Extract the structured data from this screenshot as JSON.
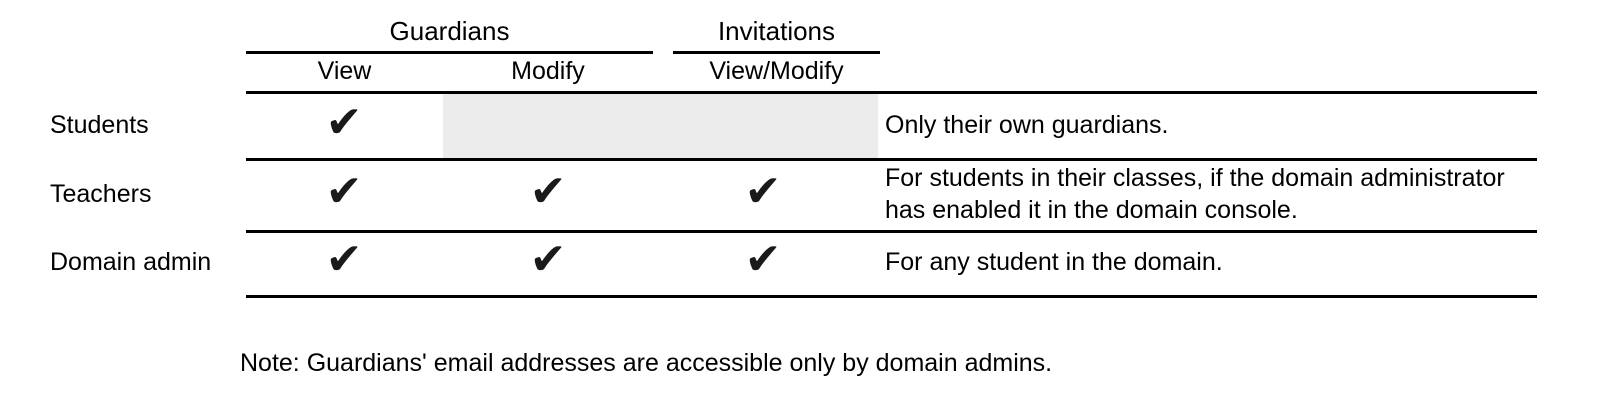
{
  "colors": {
    "text": "#000000",
    "rule": "#000000",
    "check": "#1a1a1a",
    "disabled_cell_bg": "#ececec",
    "background": "#ffffff"
  },
  "glyphs": {
    "check": "✔"
  },
  "table": {
    "groups": [
      {
        "label": "Guardians",
        "columns": [
          {
            "label": "View"
          },
          {
            "label": "Modify"
          }
        ]
      },
      {
        "label": "Invitations",
        "columns": [
          {
            "label": "View/Modify"
          }
        ]
      }
    ],
    "rows": [
      {
        "label": "Students",
        "permissions": {
          "guardians_view": true,
          "guardians_modify": false,
          "invitations_view_modify": false
        },
        "note": "Only their own guardians."
      },
      {
        "label": "Teachers",
        "permissions": {
          "guardians_view": true,
          "guardians_modify": true,
          "invitations_view_modify": true
        },
        "note": "For students in their classes, if the domain administrator has enabled it in the domain console."
      },
      {
        "label": "Domain admin",
        "permissions": {
          "guardians_view": true,
          "guardians_modify": true,
          "invitations_view_modify": true
        },
        "note": "For any student in the domain."
      }
    ]
  },
  "footnote": "Note: Guardians' email addresses are accessible only by domain admins."
}
